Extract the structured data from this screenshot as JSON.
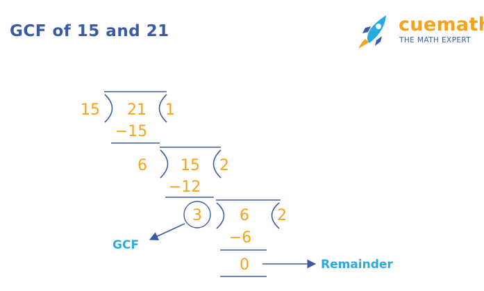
{
  "title": "GCF of 15 and 21",
  "brand": {
    "name": "cuemath",
    "tagline": "THE MATH EXPERT",
    "icon": "rocket-icon"
  },
  "colors": {
    "title": "#3b5aa6",
    "numbers": "#f7a21b",
    "lines": "#3b5aa6",
    "labels": "#29abe2"
  },
  "steps": [
    {
      "divisor": "15",
      "dividend": "21",
      "quotient": "1",
      "product": "−15"
    },
    {
      "divisor": "6",
      "dividend": "15",
      "quotient": "2",
      "product": "−12"
    },
    {
      "divisor": "3",
      "dividend": "6",
      "quotient": "2",
      "product": "−6"
    }
  ],
  "remainders": [
    "6",
    "3",
    "0"
  ],
  "labels": {
    "gcf": "GCF",
    "remainder": "Remainder"
  }
}
